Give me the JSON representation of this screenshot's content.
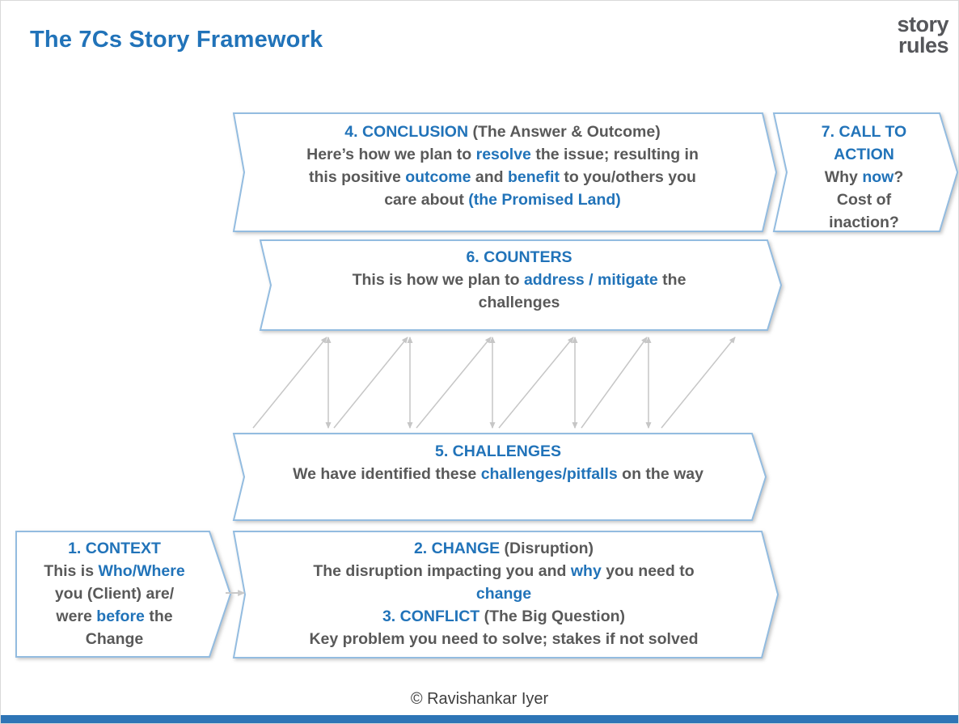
{
  "page": {
    "title": "The 7Cs Story Framework",
    "footer": "© Ravishankar Iyer",
    "logo": {
      "line1": "story",
      "line2": "rules"
    }
  },
  "colors": {
    "accent_blue": "#2173B9",
    "text_gray": "#595959",
    "box_border_blue": "#93BCE0",
    "arrow_gray": "#C6C6C6",
    "bottom_bar_blue": "#2E75B6",
    "logo_gray": "#55565A"
  },
  "boxes": {
    "conclusion": {
      "lines": [
        [
          {
            "t": "4. CONCLUSION",
            "c": "b"
          },
          {
            "t": " (The Answer & Outcome)",
            "c": "g"
          }
        ],
        [
          {
            "t": "Here’s how we plan to ",
            "c": "g"
          },
          {
            "t": "resolve",
            "c": "b"
          },
          {
            "t": " the issue; resulting in",
            "c": "g"
          }
        ],
        [
          {
            "t": "this positive ",
            "c": "g"
          },
          {
            "t": "outcome",
            "c": "b"
          },
          {
            "t": " and ",
            "c": "g"
          },
          {
            "t": "benefit",
            "c": "b"
          },
          {
            "t": " to you/others you",
            "c": "g"
          }
        ],
        [
          {
            "t": "care about ",
            "c": "g"
          },
          {
            "t": "(the Promised Land)",
            "c": "b"
          }
        ]
      ]
    },
    "call_to_action": {
      "lines": [
        [
          {
            "t": "7. CALL TO",
            "c": "b"
          }
        ],
        [
          {
            "t": "ACTION",
            "c": "b"
          }
        ],
        [
          {
            "t": "Why ",
            "c": "g"
          },
          {
            "t": "now",
            "c": "b"
          },
          {
            "t": "?",
            "c": "g"
          }
        ],
        [
          {
            "t": "Cost of",
            "c": "g"
          }
        ],
        [
          {
            "t": "inaction?",
            "c": "g"
          }
        ]
      ]
    },
    "counters": {
      "lines": [
        [
          {
            "t": "6. COUNTERS",
            "c": "b"
          }
        ],
        [
          {
            "t": "This is how we plan to ",
            "c": "g"
          },
          {
            "t": "address / mitigate",
            "c": "b"
          },
          {
            "t": " the",
            "c": "g"
          }
        ],
        [
          {
            "t": "challenges",
            "c": "g"
          }
        ]
      ]
    },
    "challenges": {
      "lines": [
        [
          {
            "t": "5. CHALLENGES",
            "c": "b"
          }
        ],
        [
          {
            "t": "We have identified these ",
            "c": "g"
          },
          {
            "t": "challenges/pitfalls",
            "c": "b"
          },
          {
            "t": " on the way",
            "c": "g"
          }
        ]
      ]
    },
    "context": {
      "lines": [
        [
          {
            "t": "1. CONTEXT",
            "c": "b"
          }
        ],
        [
          {
            "t": "This is ",
            "c": "g"
          },
          {
            "t": "Who/Where",
            "c": "b"
          }
        ],
        [
          {
            "t": "you (Client) are/",
            "c": "g"
          }
        ],
        [
          {
            "t": "were ",
            "c": "g"
          },
          {
            "t": "before",
            "c": "b"
          },
          {
            "t": " the",
            "c": "g"
          }
        ],
        [
          {
            "t": "Change",
            "c": "g"
          }
        ]
      ]
    },
    "change_conflict": {
      "lines": [
        [
          {
            "t": "2. CHANGE",
            "c": "b"
          },
          {
            "t": " (Disruption)",
            "c": "g"
          }
        ],
        [
          {
            "t": "The disruption impacting you and ",
            "c": "g"
          },
          {
            "t": "why",
            "c": "b"
          },
          {
            "t": " you need to",
            "c": "g"
          }
        ],
        [
          {
            "t": "change",
            "c": "b"
          }
        ],
        [
          {
            "t": "3. CONFLICT",
            "c": "b"
          },
          {
            "t": " (The Big Question)",
            "c": "g"
          }
        ],
        [
          {
            "t": "Key problem you need to solve; stakes if not solved",
            "c": "g"
          }
        ]
      ]
    }
  }
}
